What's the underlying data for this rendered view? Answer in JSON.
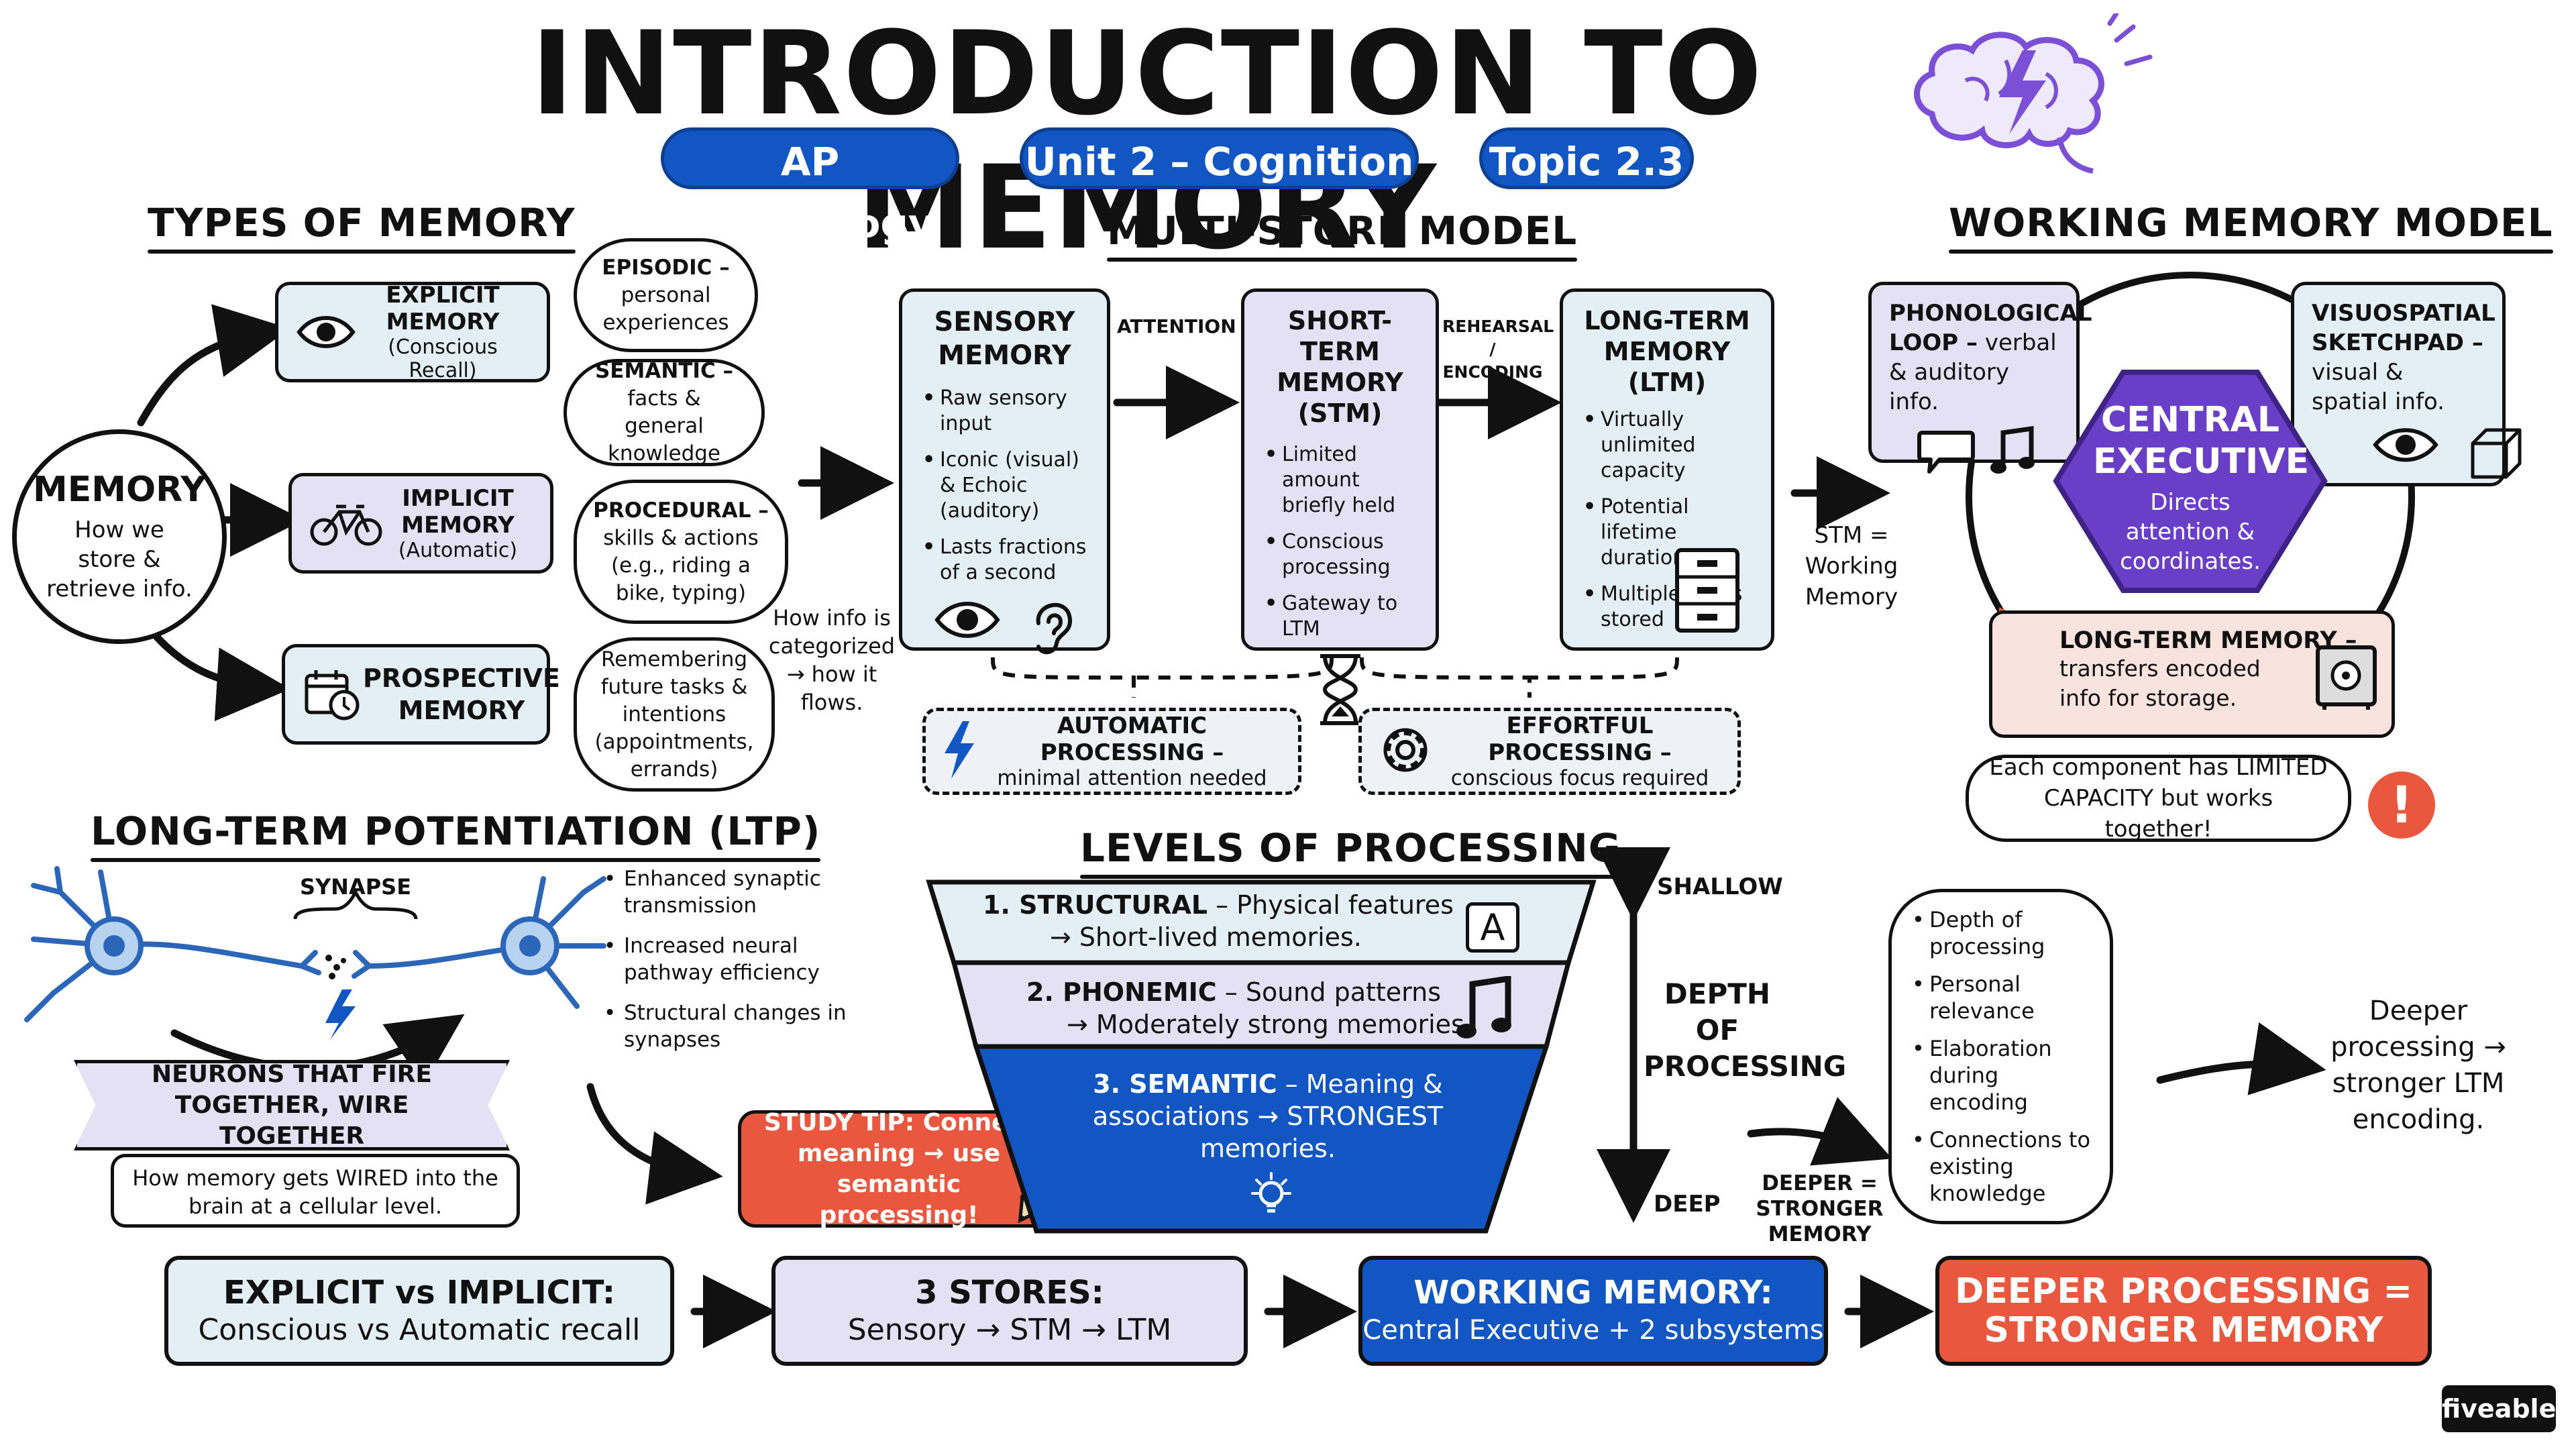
{
  "header": {
    "title": "INTRODUCTION TO MEMORY",
    "pills": [
      "AP Psychology",
      "Unit 2 – Cognition",
      "Topic 2.3"
    ]
  },
  "types": {
    "title": "TYPES OF MEMORY",
    "center_title": "MEMORY",
    "center_text": "How we store & retrieve info.",
    "explicit": {
      "title": "EXPLICIT MEMORY",
      "sub": "(Conscious Recall)"
    },
    "implicit": {
      "title": "IMPLICIT MEMORY",
      "sub": "(Automatic)"
    },
    "prospective": {
      "title": "PROSPECTIVE MEMORY"
    },
    "episodic": {
      "title": "EPISODIC –",
      "text": "personal experiences"
    },
    "semantic": {
      "title": "SEMANTIC –",
      "text": "facts & general knowledge"
    },
    "procedural": {
      "title": "PROCEDURAL –",
      "text": "skills & actions (e.g., riding a bike, typing)"
    },
    "prospective_note": "Remembering future tasks & intentions (appointments, errands)",
    "flow_note": "How info is categorized → how it flows."
  },
  "msm": {
    "title": "MULTI-STORE MODEL",
    "sensory": {
      "title": "SENSORY MEMORY",
      "bullets": [
        "Raw sensory input",
        "Iconic (visual) & Echoic (auditory)",
        "Lasts fractions of a second"
      ]
    },
    "stm": {
      "title": "SHORT-TERM MEMORY (STM)",
      "bullets": [
        "Limited amount briefly held",
        "Conscious processing",
        "Gateway to LTM"
      ]
    },
    "ltm": {
      "title": "LONG-TERM MEMORY (LTM)",
      "bullets": [
        "Virtually unlimited capacity",
        "Potential lifetime duration",
        "Multiple types stored"
      ]
    },
    "attention": "ATTENTION",
    "rehearsal": "REHEARSAL / ENCODING",
    "stm_note": "STM = Working Memory",
    "automatic": {
      "title": "AUTOMATIC PROCESSING –",
      "text": "minimal attention needed"
    },
    "effortful": {
      "title": "EFFORTFUL PROCESSING –",
      "text": "conscious focus required"
    }
  },
  "wmm": {
    "title": "WORKING MEMORY MODEL",
    "phono": {
      "title": "PHONOLOGICAL LOOP –",
      "text": "verbal & auditory info."
    },
    "visuo": {
      "title": "VISUOSPATIAL SKETCHPAD –",
      "text": "visual & spatial info."
    },
    "central": {
      "title": "CENTRAL EXECUTIVE",
      "text": "Directs attention & coordinates."
    },
    "ltm": {
      "title": "LONG-TERM MEMORY –",
      "text": "transfers encoded info for storage."
    },
    "capacity_note": "Each component has LIMITED CAPACITY but works together!"
  },
  "ltp": {
    "title": "LONG-TERM POTENTIATION (LTP)",
    "synapse": "SYNAPSE",
    "points": [
      "Enhanced synaptic transmission",
      "Increased neural pathway efficiency",
      "Structural changes in synapses"
    ],
    "banner": "NEURONS THAT FIRE TOGETHER, WIRE TOGETHER",
    "note": "How memory gets WIRED into the brain at a cellular level.",
    "tip": "STUDY TIP: Connect meaning → use semantic processing!"
  },
  "levels": {
    "title": "LEVELS OF PROCESSING",
    "l1": {
      "head": "1. STRUCTURAL",
      "desc": " – Physical features",
      "line2": "→ Short-lived memories."
    },
    "l2": {
      "head": "2. PHONEMIC",
      "desc": " – Sound patterns",
      "line2": "→ Moderately strong memories."
    },
    "l3": {
      "head": "3. SEMANTIC",
      "desc": " – Meaning &",
      "line2": "associations → STRONGEST",
      "line3": "memories."
    },
    "shallow": "SHALLOW",
    "depth": "DEPTH OF PROCESSING",
    "deep": "DEEP",
    "deeper": "DEEPER = STRONGER MEMORY",
    "factors": [
      "Depth of processing",
      "Personal relevance",
      "Elaboration during encoding",
      "Connections to existing knowledge"
    ],
    "outcome": "Deeper processing → stronger LTM encoding."
  },
  "summary": [
    {
      "title": "EXPLICIT vs IMPLICIT:",
      "text": "Conscious vs Automatic recall"
    },
    {
      "title": "3 STORES:",
      "text": "Sensory → STM → LTM"
    },
    {
      "title": "WORKING MEMORY:",
      "text": "Central Executive + 2 subsystems"
    },
    {
      "title": "DEEPER PROCESSING =",
      "text": "STRONGER MEMORY"
    }
  ],
  "brand": "fiveable",
  "colors": {
    "blue": "#1256c4",
    "lightblue": "#e3eff4",
    "lavender": "#e5e1f4",
    "purple": "#6a3fc8",
    "red": "#e9573f",
    "pink": "#f8e3df"
  },
  "icons": [
    "brain-icon",
    "eye-icon",
    "bicycle-icon",
    "calendar-clock-icon",
    "ear-icon",
    "hourglass-icon",
    "filing-cabinet-icon",
    "speech-bubble-icon",
    "music-note-icon",
    "cube-icon",
    "safe-icon",
    "lightning-icon",
    "gear-icon",
    "letter-a-icon",
    "lightbulb-icon",
    "pencil-icon",
    "exclamation-icon",
    "neuron-icon"
  ]
}
